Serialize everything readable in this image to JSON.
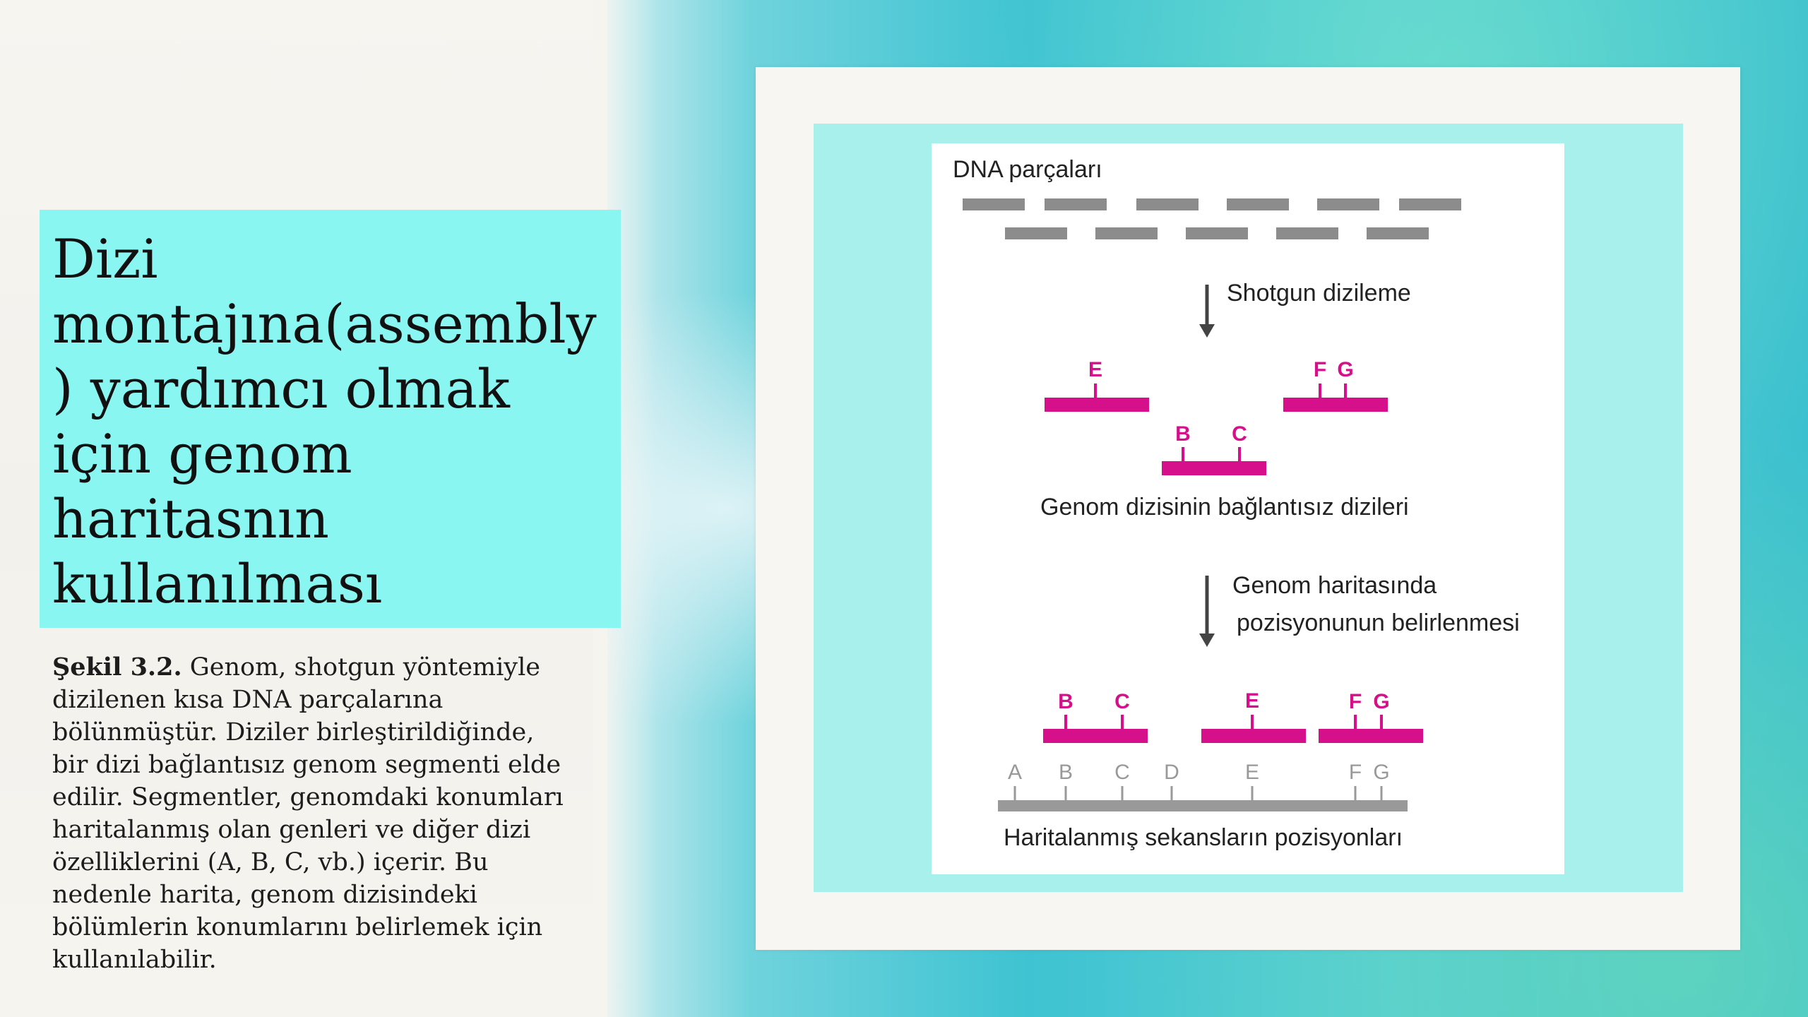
{
  "title": "Dizi\nmontajına(assembly\n) yardımcı olmak\niçin genom\nharitasnın\nkullanılması",
  "caption": {
    "label": "Şekil 3.2.",
    "text": " Genom, shotgun yöntemiyle\ndizilenen kısa DNA parçalarına\nbölünmüştür. Diziler birleştirildiğinde,\nbir dizi bağlantısız genom segmenti elde\nedilir. Segmentler, genomdaki konumları\nharitalanmış olan genleri ve diğer dizi\nözelliklerini (A, B, C, vb.) içerir. Bu\nnedenle harita, genom dizisindeki\nbölümlerin konumlarını belirlemek için\nkullanılabilir."
  },
  "figure": {
    "top_label": "DNA parçaları",
    "step1_label": "Shotgun dizileme",
    "middle_label": "Genom dizisinin bağlantısız dizileri",
    "step2_label_line1": "Genom haritasında",
    "step2_label_line2": "pozisyonunun belirlenmesi",
    "bottom_label": "Haritalanmış sekansların pozisyonları",
    "segments_unlinked": [
      {
        "markers": [
          "E"
        ]
      },
      {
        "markers": [
          "F",
          "G"
        ]
      },
      {
        "markers": [
          "B",
          "C"
        ]
      }
    ],
    "segments_mapped": [
      {
        "markers": [
          "B",
          "C"
        ]
      },
      {
        "markers": [
          "E"
        ]
      },
      {
        "markers": [
          "F",
          "G"
        ]
      }
    ],
    "map_markers": [
      "A",
      "B",
      "C",
      "D",
      "E",
      "F",
      "G"
    ],
    "colors": {
      "segment": "#d6108a",
      "fragment": "#8c8c8c",
      "map": "#999999"
    }
  }
}
